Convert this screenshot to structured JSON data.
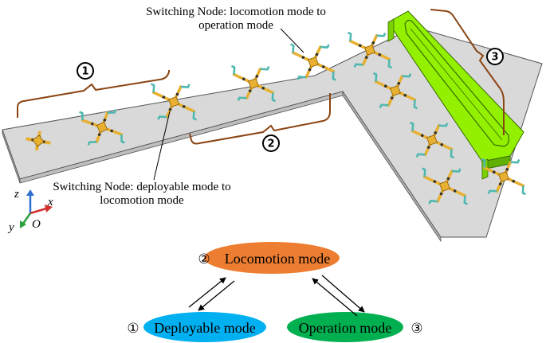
{
  "annotations": {
    "switch_top_line1": "Switching Node: locomotion mode to",
    "switch_top_line2": "operation mode",
    "switch_bottom_line1": "Switching Node: deployable mode to",
    "switch_bottom_line2": "locomotion mode"
  },
  "stages": {
    "s1": "1",
    "s2": "2",
    "s3": "3"
  },
  "axes": {
    "z": "z",
    "x": "x",
    "y": "y",
    "origin": "O"
  },
  "modes": {
    "locomotion": {
      "number": "②",
      "label": "Locomotion mode",
      "color": "#ED7D31"
    },
    "deployable": {
      "number": "①",
      "label": "Deployable mode",
      "color": "#00B0F0"
    },
    "operation": {
      "number": "③",
      "label": "Operation mode",
      "color": "#00B050"
    }
  },
  "colors": {
    "platform": "#D9D9D9",
    "track": "#92F000",
    "bracket": "#8B4513",
    "robot_body": "#E8B030",
    "robot_leg": "#4FB8B0"
  }
}
